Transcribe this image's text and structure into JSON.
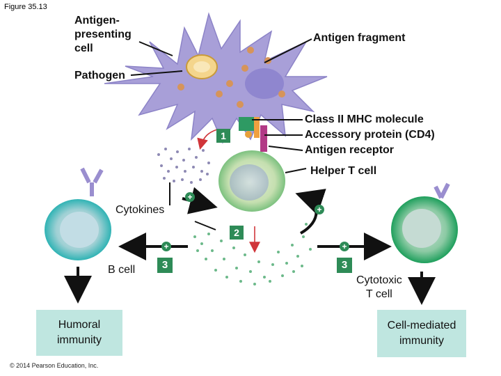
{
  "figure_label": "Figure 35.13",
  "labels": {
    "apc_line1": "Antigen-",
    "apc_line2": "presenting",
    "apc_line3": "cell",
    "antigen_fragment": "Antigen fragment",
    "pathogen": "Pathogen",
    "class2_mhc": "Class II MHC molecule",
    "accessory_protein": "Accessory protein (CD4)",
    "antigen_receptor": "Antigen receptor",
    "helper_t": "Helper T cell",
    "cytokines": "Cytokines",
    "b_cell": "B cell",
    "cytotoxic_line1": "Cytotoxic",
    "cytotoxic_line2": "T cell"
  },
  "steps": {
    "step1": "1",
    "step2": "2",
    "step3_left": "3",
    "step3_right": "3"
  },
  "plus_sign": "+",
  "boxes": {
    "humoral_line1": "Humoral",
    "humoral_line2": "immunity",
    "cellmed_line1": "Cell-mediated",
    "cellmed_line2": "immunity"
  },
  "copyright": "© 2014 Pearson Education, Inc.",
  "colors": {
    "apc_purple": "#a89fd8",
    "step_green": "#2e8b57",
    "box_fill": "#bfe6e0",
    "arrow_red": "#d0353a",
    "cytokine_green": "#6cb98a"
  }
}
